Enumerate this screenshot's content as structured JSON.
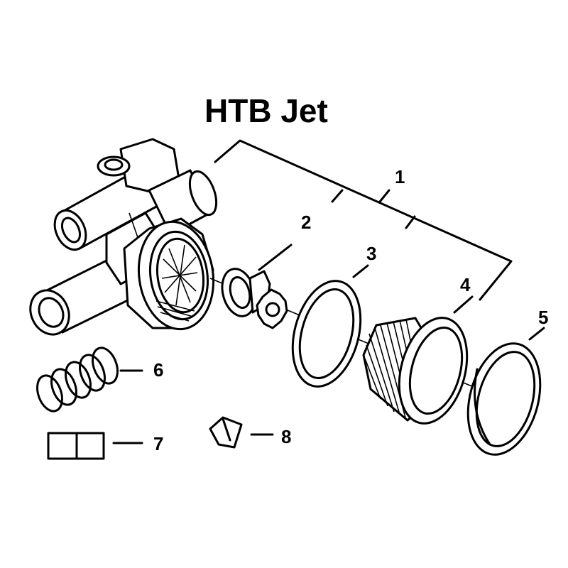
{
  "title": "HTB Jet",
  "callouts": [
    "1",
    "2",
    "3",
    "4",
    "5",
    "6",
    "7",
    "8"
  ]
}
